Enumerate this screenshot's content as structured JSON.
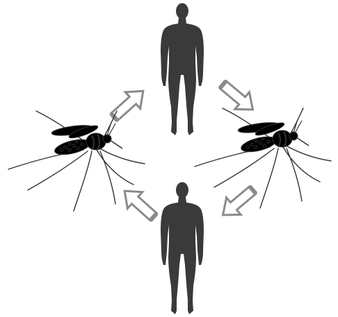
{
  "diagram": {
    "nodes": [
      {
        "id": "human-top",
        "kind": "human-silhouette-icon"
      },
      {
        "id": "mosquito-right",
        "kind": "mosquito-icon"
      },
      {
        "id": "human-bottom",
        "kind": "human-silhouette-icon"
      },
      {
        "id": "mosquito-left",
        "kind": "mosquito-icon"
      }
    ],
    "arrows": [
      {
        "from": "mosquito-left",
        "to": "human-top"
      },
      {
        "from": "human-top",
        "to": "mosquito-right"
      },
      {
        "from": "mosquito-right",
        "to": "human-bottom"
      },
      {
        "from": "human-bottom",
        "to": "mosquito-left"
      }
    ],
    "colors": {
      "silhouette": "#3a3a3a",
      "arrow_fill": "#ffffff",
      "arrow_stroke": "#8a8a8a",
      "mosquito_body": "#2b2b2b",
      "mosquito_spots": "#e8e8e8",
      "mosquito_wing": "#cfcfcf",
      "mosquito_legs": "#333333"
    }
  }
}
